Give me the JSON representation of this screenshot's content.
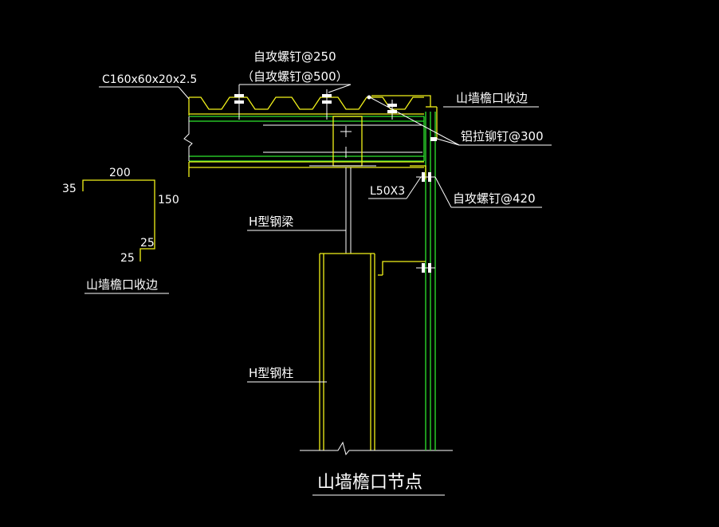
{
  "labels": {
    "screw_250": "自攻螺钉@250",
    "screw_500": "（自攻螺钉@500）",
    "purlin": "C160x60x20x2.5",
    "eave_trim_top": "山墙檐口收边",
    "rivet": "铝拉铆钉@300",
    "angle": "L50X3",
    "screw_420": "自攻螺钉@420",
    "beam": "H型钢梁",
    "column": "H型钢柱",
    "eave_trim_detail": "山墙檐口收边",
    "title": "山墙檐口节点"
  },
  "trim_dims": {
    "d200": "200",
    "d35": "35",
    "d150": "150",
    "d25a": "25",
    "d25b": "25"
  },
  "colors": {
    "background": "#000000",
    "steel_yellow": "#f2f21a",
    "cladding_green": "#2ee62e",
    "text_white": "#ffffff"
  }
}
